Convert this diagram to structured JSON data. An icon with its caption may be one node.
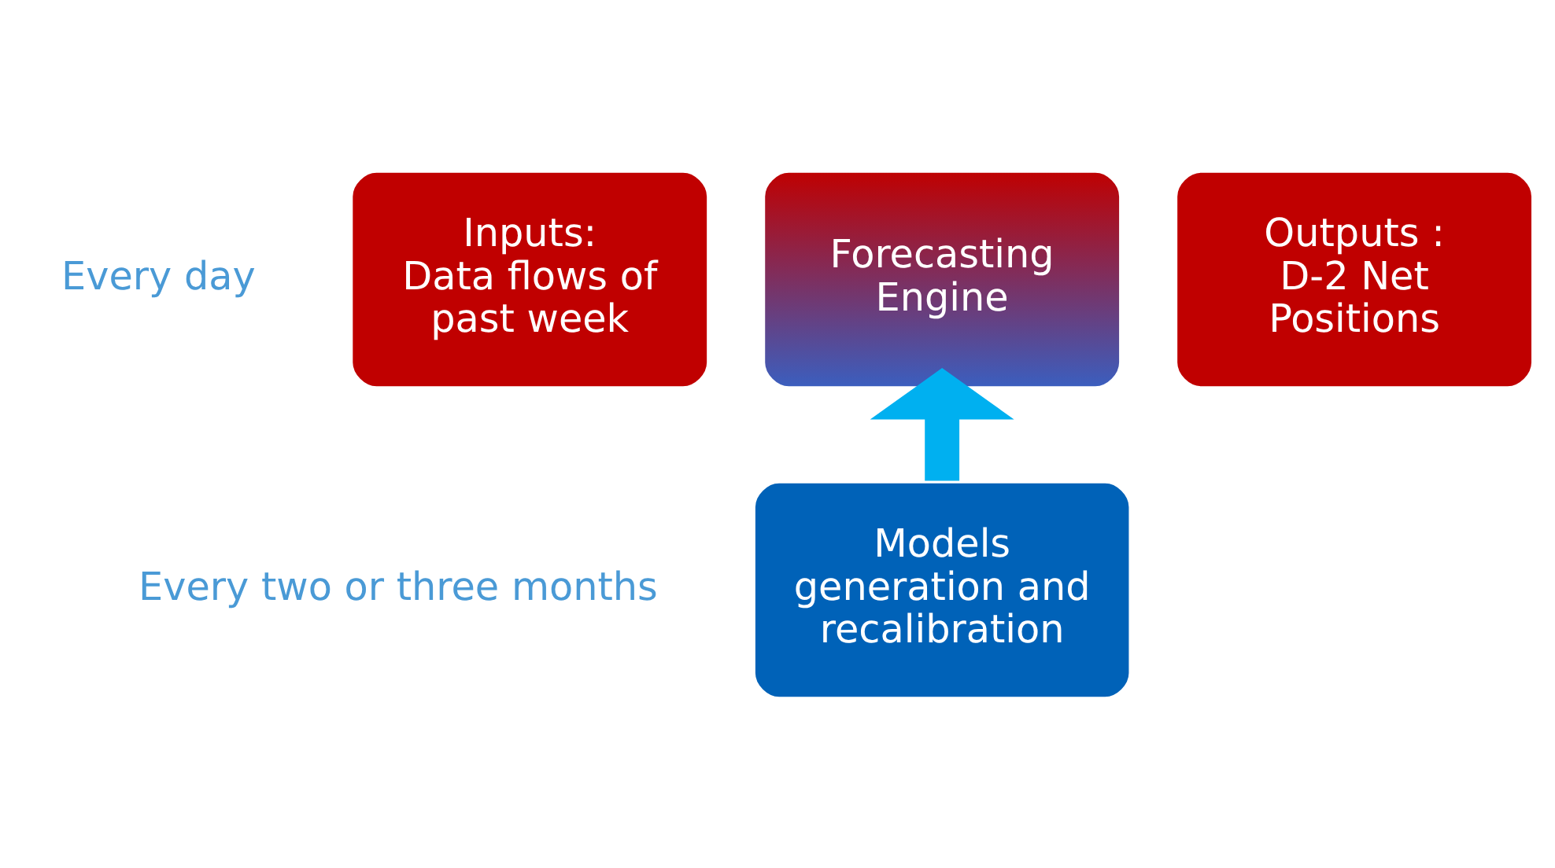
{
  "diagram": {
    "nodes": [
      {
        "text": [
          "Inputs:",
          "Data flows of past week"
        ]
      },
      {
        "text": [
          "Forecasting Engine"
        ]
      },
      {
        "text": [
          "Outputs :",
          "D-2 Net Positions"
        ]
      },
      {
        "text": [
          "Models generation and recalibration"
        ]
      }
    ],
    "edges": [
      {
        "from": 3,
        "to": 1,
        "arrow": "to",
        "color": "#00b0f0"
      }
    ],
    "labels": [
      "Every day",
      "Every two or three months"
    ]
  }
}
